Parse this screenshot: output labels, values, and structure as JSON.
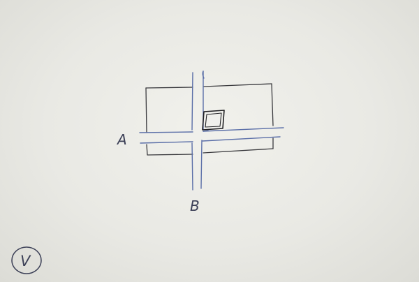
{
  "diagram": {
    "labels": {
      "road_a": "A",
      "road_b": "B",
      "corner_mark": "V"
    },
    "colors": {
      "paper": "#ececE7",
      "pencil": "#2f2f33",
      "blue_pen": "#5b6fa8",
      "ink": "#3b3f56"
    },
    "elements": {
      "rectangle": "rectangle-outline",
      "road_a": "horizontal-road-double-line",
      "road_b": "vertical-road-double-line",
      "building": "small-square-building"
    }
  }
}
